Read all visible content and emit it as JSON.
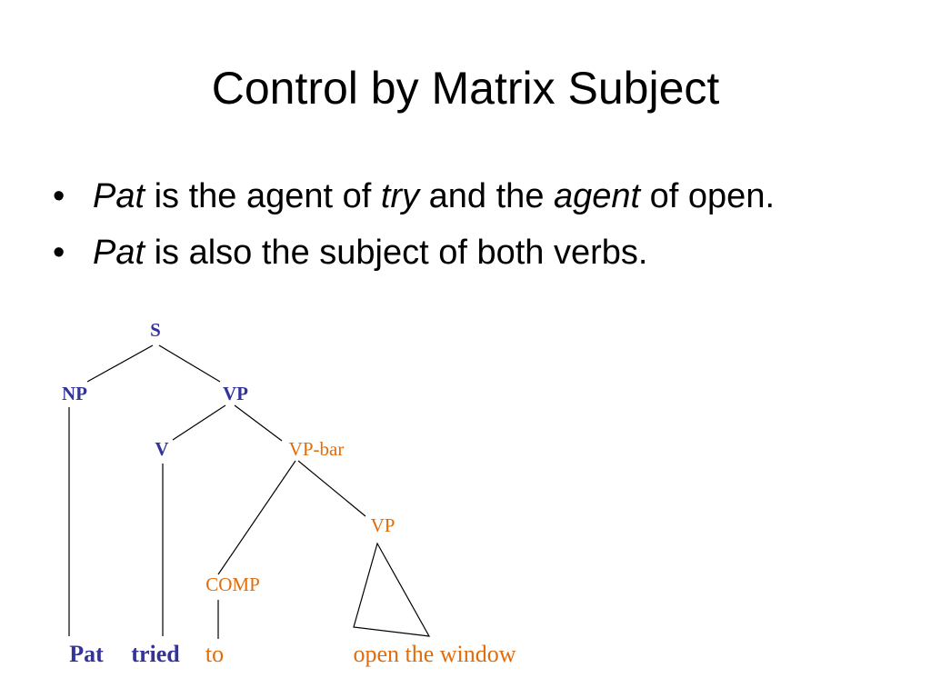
{
  "slide": {
    "title": "Control by Matrix Subject",
    "bullets": [
      {
        "parts": [
          {
            "text": "Pat",
            "italic": true
          },
          {
            "text": " is the agent of "
          },
          {
            "text": "try",
            "italic": true
          },
          {
            "text": " and the "
          },
          {
            "text": "agent",
            "italic": true
          },
          {
            "text": " of open."
          }
        ]
      },
      {
        "parts": [
          {
            "text": "Pat",
            "italic": true
          },
          {
            "text": " is also the subject of both verbs."
          }
        ]
      }
    ]
  },
  "tree": {
    "nodes": {
      "s": "S",
      "np": "NP",
      "vp": "VP",
      "v": "V",
      "vp_bar": "VP-bar",
      "vp2": "VP",
      "comp": "COMP"
    },
    "leaves": {
      "pat": "Pat",
      "tried": "tried",
      "to": "to",
      "open_the_window": "open the window"
    }
  },
  "colors": {
    "blue_text": "#333399",
    "orange_text": "#e36c0a",
    "lines": "#000000"
  }
}
